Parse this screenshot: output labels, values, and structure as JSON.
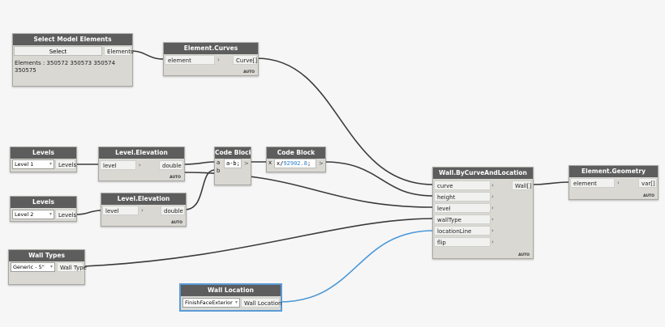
{
  "nodes": {
    "select_model": {
      "title": "Select Model Elements",
      "button": "Select",
      "output": "Elements",
      "info_line1": "Elements : 350572 350573 350574",
      "info_line2": "350575"
    },
    "element_curves": {
      "title": "Element.Curves",
      "input": "element",
      "output": "Curve[]",
      "lacing": "AUTO"
    },
    "levels1": {
      "title": "Levels",
      "value": "Level 1",
      "output": "Levels"
    },
    "levels2": {
      "title": "Levels",
      "value": "Level 2",
      "output": "Levels"
    },
    "level_elev1": {
      "title": "Level.Elevation",
      "input": "level",
      "output": "double",
      "lacing": "AUTO"
    },
    "level_elev2": {
      "title": "Level.Elevation",
      "input": "level",
      "output": "double",
      "lacing": "AUTO"
    },
    "code_block1": {
      "title": "Code Block",
      "in_a": "a",
      "in_b": "b",
      "code": "a-b;",
      "out": ">"
    },
    "code_block2": {
      "title": "Code Block",
      "in_x": "x",
      "code_prefix": "x/",
      "code_num": "92902.8",
      "code_suffix": ";",
      "out": ">"
    },
    "wall_types": {
      "title": "Wall Types",
      "value": "Generic - 5\"",
      "output": "Wall Type"
    },
    "wall_location": {
      "title": "Wall Location",
      "value": "FinishFaceExterior",
      "output": "Wall Location"
    },
    "wall_by_curve": {
      "title": "Wall.ByCurveAndLocation",
      "inputs": [
        "curve",
        "height",
        "level",
        "wallType",
        "locationLine",
        "flip"
      ],
      "output": "Wall[]",
      "lacing": "AUTO"
    },
    "element_geometry": {
      "title": "Element.Geometry",
      "input": "element",
      "output": "var[]",
      "lacing": "AUTO"
    }
  },
  "colors": {
    "wire": "#3c3c3c",
    "selected_wire": "#4b97d6",
    "header": "#5d5d5d",
    "node_body": "#d9d8d3",
    "canvas": "#f6f6f6"
  },
  "icons": {
    "port_arrow": "chevron-right-icon",
    "dropdown": "chevron-down-icon"
  }
}
